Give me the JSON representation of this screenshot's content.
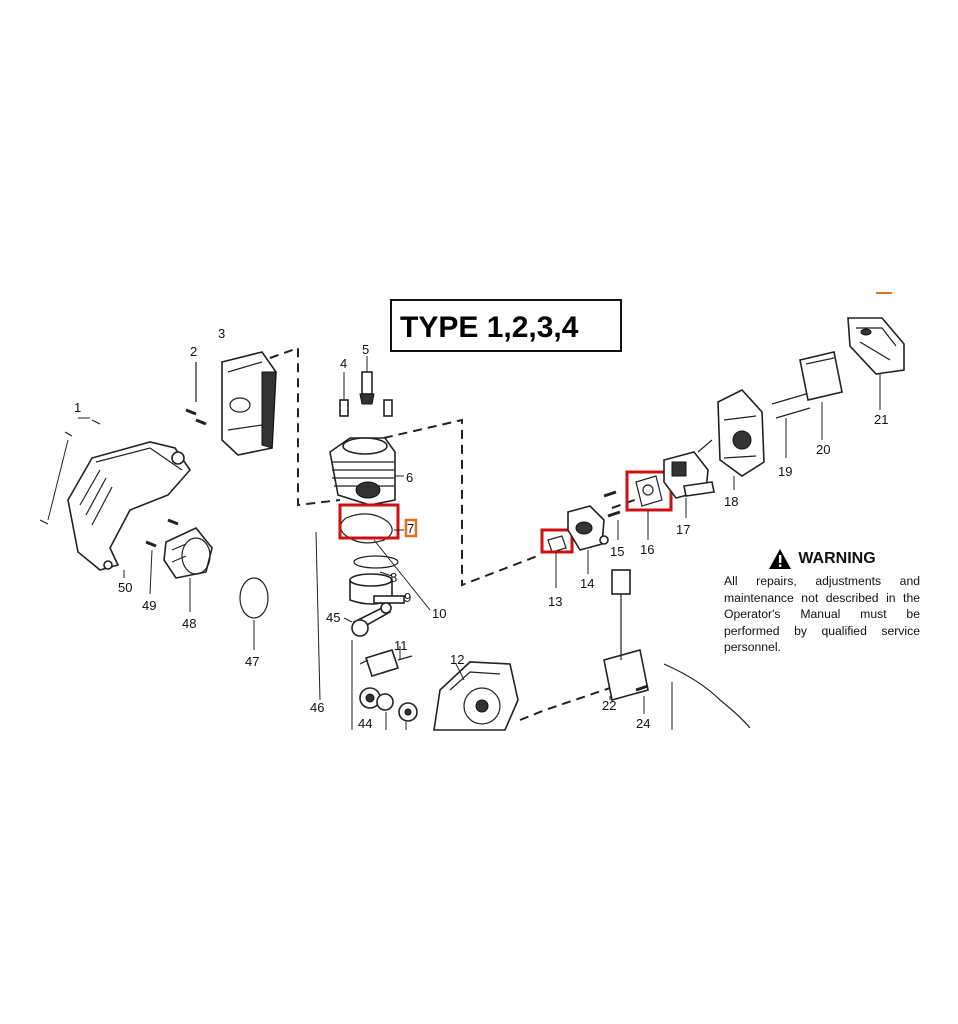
{
  "diagram": {
    "title": "TYPE 1,2,3,4",
    "part_numbers": [
      "1",
      "2",
      "3",
      "4",
      "5",
      "6",
      "7",
      "8",
      "9",
      "10",
      "11",
      "12",
      "13",
      "14",
      "15",
      "16",
      "17",
      "18",
      "19",
      "20",
      "21",
      "22",
      "24",
      "44",
      "45",
      "46",
      "47",
      "48",
      "49",
      "50"
    ],
    "highlight_color": "#cc1111",
    "highlighted_parts": [
      "7",
      "13",
      "16"
    ]
  },
  "warning": {
    "heading": "WARNING",
    "text": "All repairs, adjustments and maintenance not described in the Operator's Manual must be performed by qualified service personnel."
  }
}
